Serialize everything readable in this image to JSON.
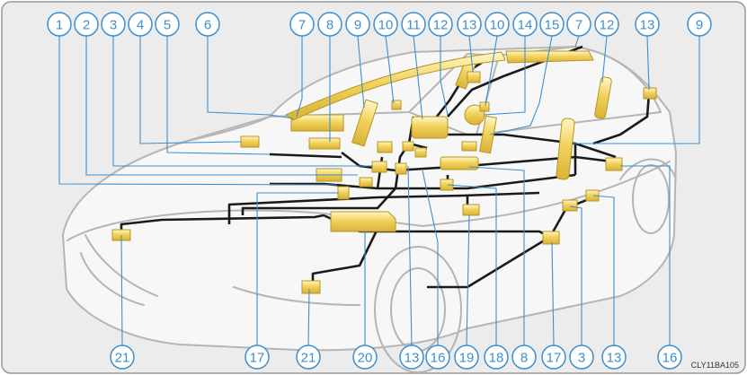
{
  "figure": {
    "code": "CLY11BA105",
    "colors": {
      "background": "#ececec",
      "frame": "#999999",
      "car_outline": "#b5b5b5",
      "wire": "#1a1a1a",
      "component_fill": "#f2d25c",
      "component_stroke": "#b8951f",
      "callout": "#3d8fcf"
    }
  },
  "callouts": {
    "top": [
      "1",
      "2",
      "3",
      "4",
      "5",
      "6",
      "7",
      "8",
      "9",
      "10",
      "11",
      "12",
      "13",
      "10",
      "14",
      "15",
      "7",
      "12",
      "13",
      "9"
    ],
    "bottom": [
      "21",
      "17",
      "21",
      "20",
      "13",
      "16",
      "19",
      "18",
      "8",
      "17",
      "3",
      "13",
      "16"
    ]
  }
}
